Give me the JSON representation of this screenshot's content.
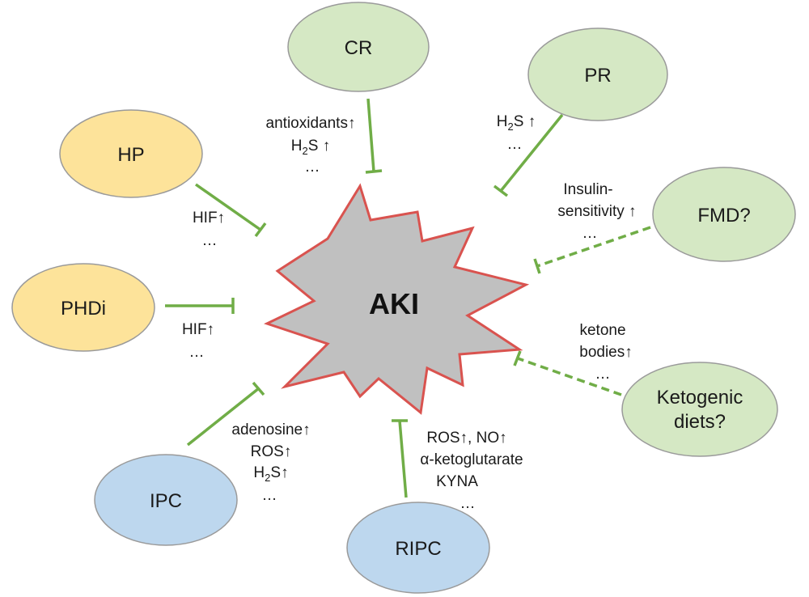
{
  "diagram": {
    "center": {
      "label": "AKI",
      "fill": "#c0c0c0",
      "stroke": "#d9534f"
    },
    "colors": {
      "green_node": "#d5e8c4",
      "yellow_node": "#fde39a",
      "blue_node": "#bdd7ee",
      "node_stroke": "#9a9a9a",
      "inhibit_line": "#70ad47"
    },
    "nodes": {
      "cr": "CR",
      "pr": "PR",
      "hp": "HP",
      "fmd": "FMD?",
      "phdi": "PHDi",
      "keto_1": "Ketogenic",
      "keto_2": "diets?",
      "ipc": "IPC",
      "ripc": "RIPC"
    },
    "notes": {
      "cr_1": "antioxidants↑",
      "cr_2": "H",
      "cr_2_sub": "2",
      "cr_2_tail": "S ↑",
      "cr_3": "…",
      "pr_1": "H",
      "pr_1_sub": "2",
      "pr_1_tail": "S ↑",
      "pr_2": "…",
      "hp_1": "HIF↑",
      "hp_2": "…",
      "fmd_1": "Insulin-",
      "fmd_2": "sensitivity ↑",
      "fmd_3": "…",
      "phdi_1": "HIF↑",
      "phdi_2": "…",
      "keto_n1": "ketone",
      "keto_n2": "bodies↑",
      "keto_n3": "…",
      "ipc_1": "adenosine↑",
      "ipc_2": "ROS↑",
      "ipc_3": "H",
      "ipc_3_sub": "2",
      "ipc_3_tail": "S↑",
      "ipc_4": "…",
      "ripc_1": "ROS↑, NO↑",
      "ripc_2": "α-ketoglutarate",
      "ripc_3": "KYNA",
      "ripc_4": "…"
    }
  }
}
